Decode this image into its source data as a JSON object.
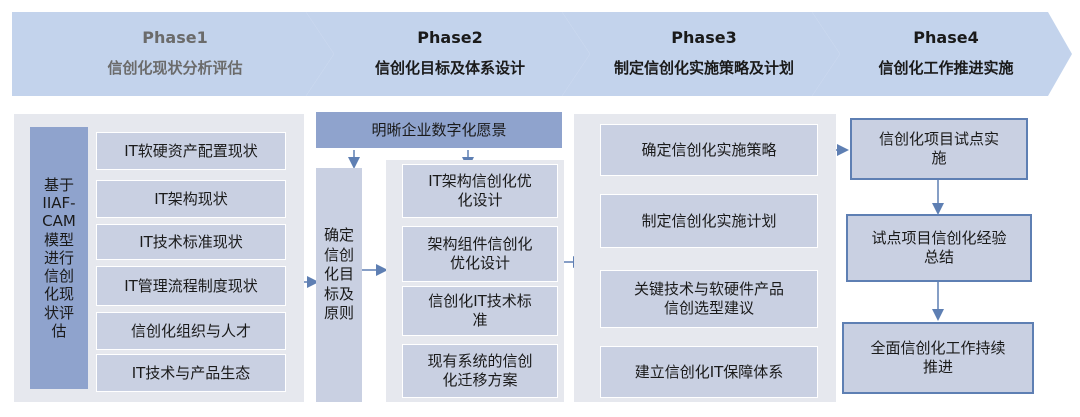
{
  "colors": {
    "header_chevron": "#c3d3ec",
    "panel_bg": "#e6e8ee",
    "box_fill": "#c9d0e2",
    "dark_box": "#8fa3cd",
    "arrow": "#5e7fb3",
    "phase1_text": "#6b6b6b",
    "phase_text": "#1a1a1a"
  },
  "phases": [
    {
      "title": "Phase1",
      "subtitle": "信创化现状分析评估"
    },
    {
      "title": "Phase2",
      "subtitle": "信创化目标及体系设计"
    },
    {
      "title": "Phase3",
      "subtitle": "制定信创化实施策略及计划"
    },
    {
      "title": "Phase4",
      "subtitle": "信创化工作推进实施"
    }
  ],
  "phase1": {
    "side_label": "基于\nIIAF-\nCAM\n模型\n进行\n信创\n化现\n状评\n估",
    "items": [
      "IT软硬资产配置现状",
      "IT架构现状",
      "IT技术标准现状",
      "IT管理流程制度现状",
      "信创化组织与人才",
      "IT技术与产品生态"
    ]
  },
  "phase2": {
    "vision": "明晰企业数字化愿景",
    "goal_label": "确定\n信创\n化目\n标及\n原则",
    "items": [
      "IT架构信创化优\n化设计",
      "架构组件信创化\n优化设计",
      "信创化IT技术标\n准",
      "现有系统的信创\n化迁移方案"
    ]
  },
  "phase3": {
    "items": [
      "确定信创化实施策略",
      "制定信创化实施计划",
      "关键技术与软硬件产品\n信创选型建议",
      "建立信创化IT保障体系"
    ]
  },
  "phase4": {
    "items": [
      "信创化项目试点实\n施",
      "试点项目信创化经验\n总结",
      "全面信创化工作持续\n推进"
    ]
  }
}
